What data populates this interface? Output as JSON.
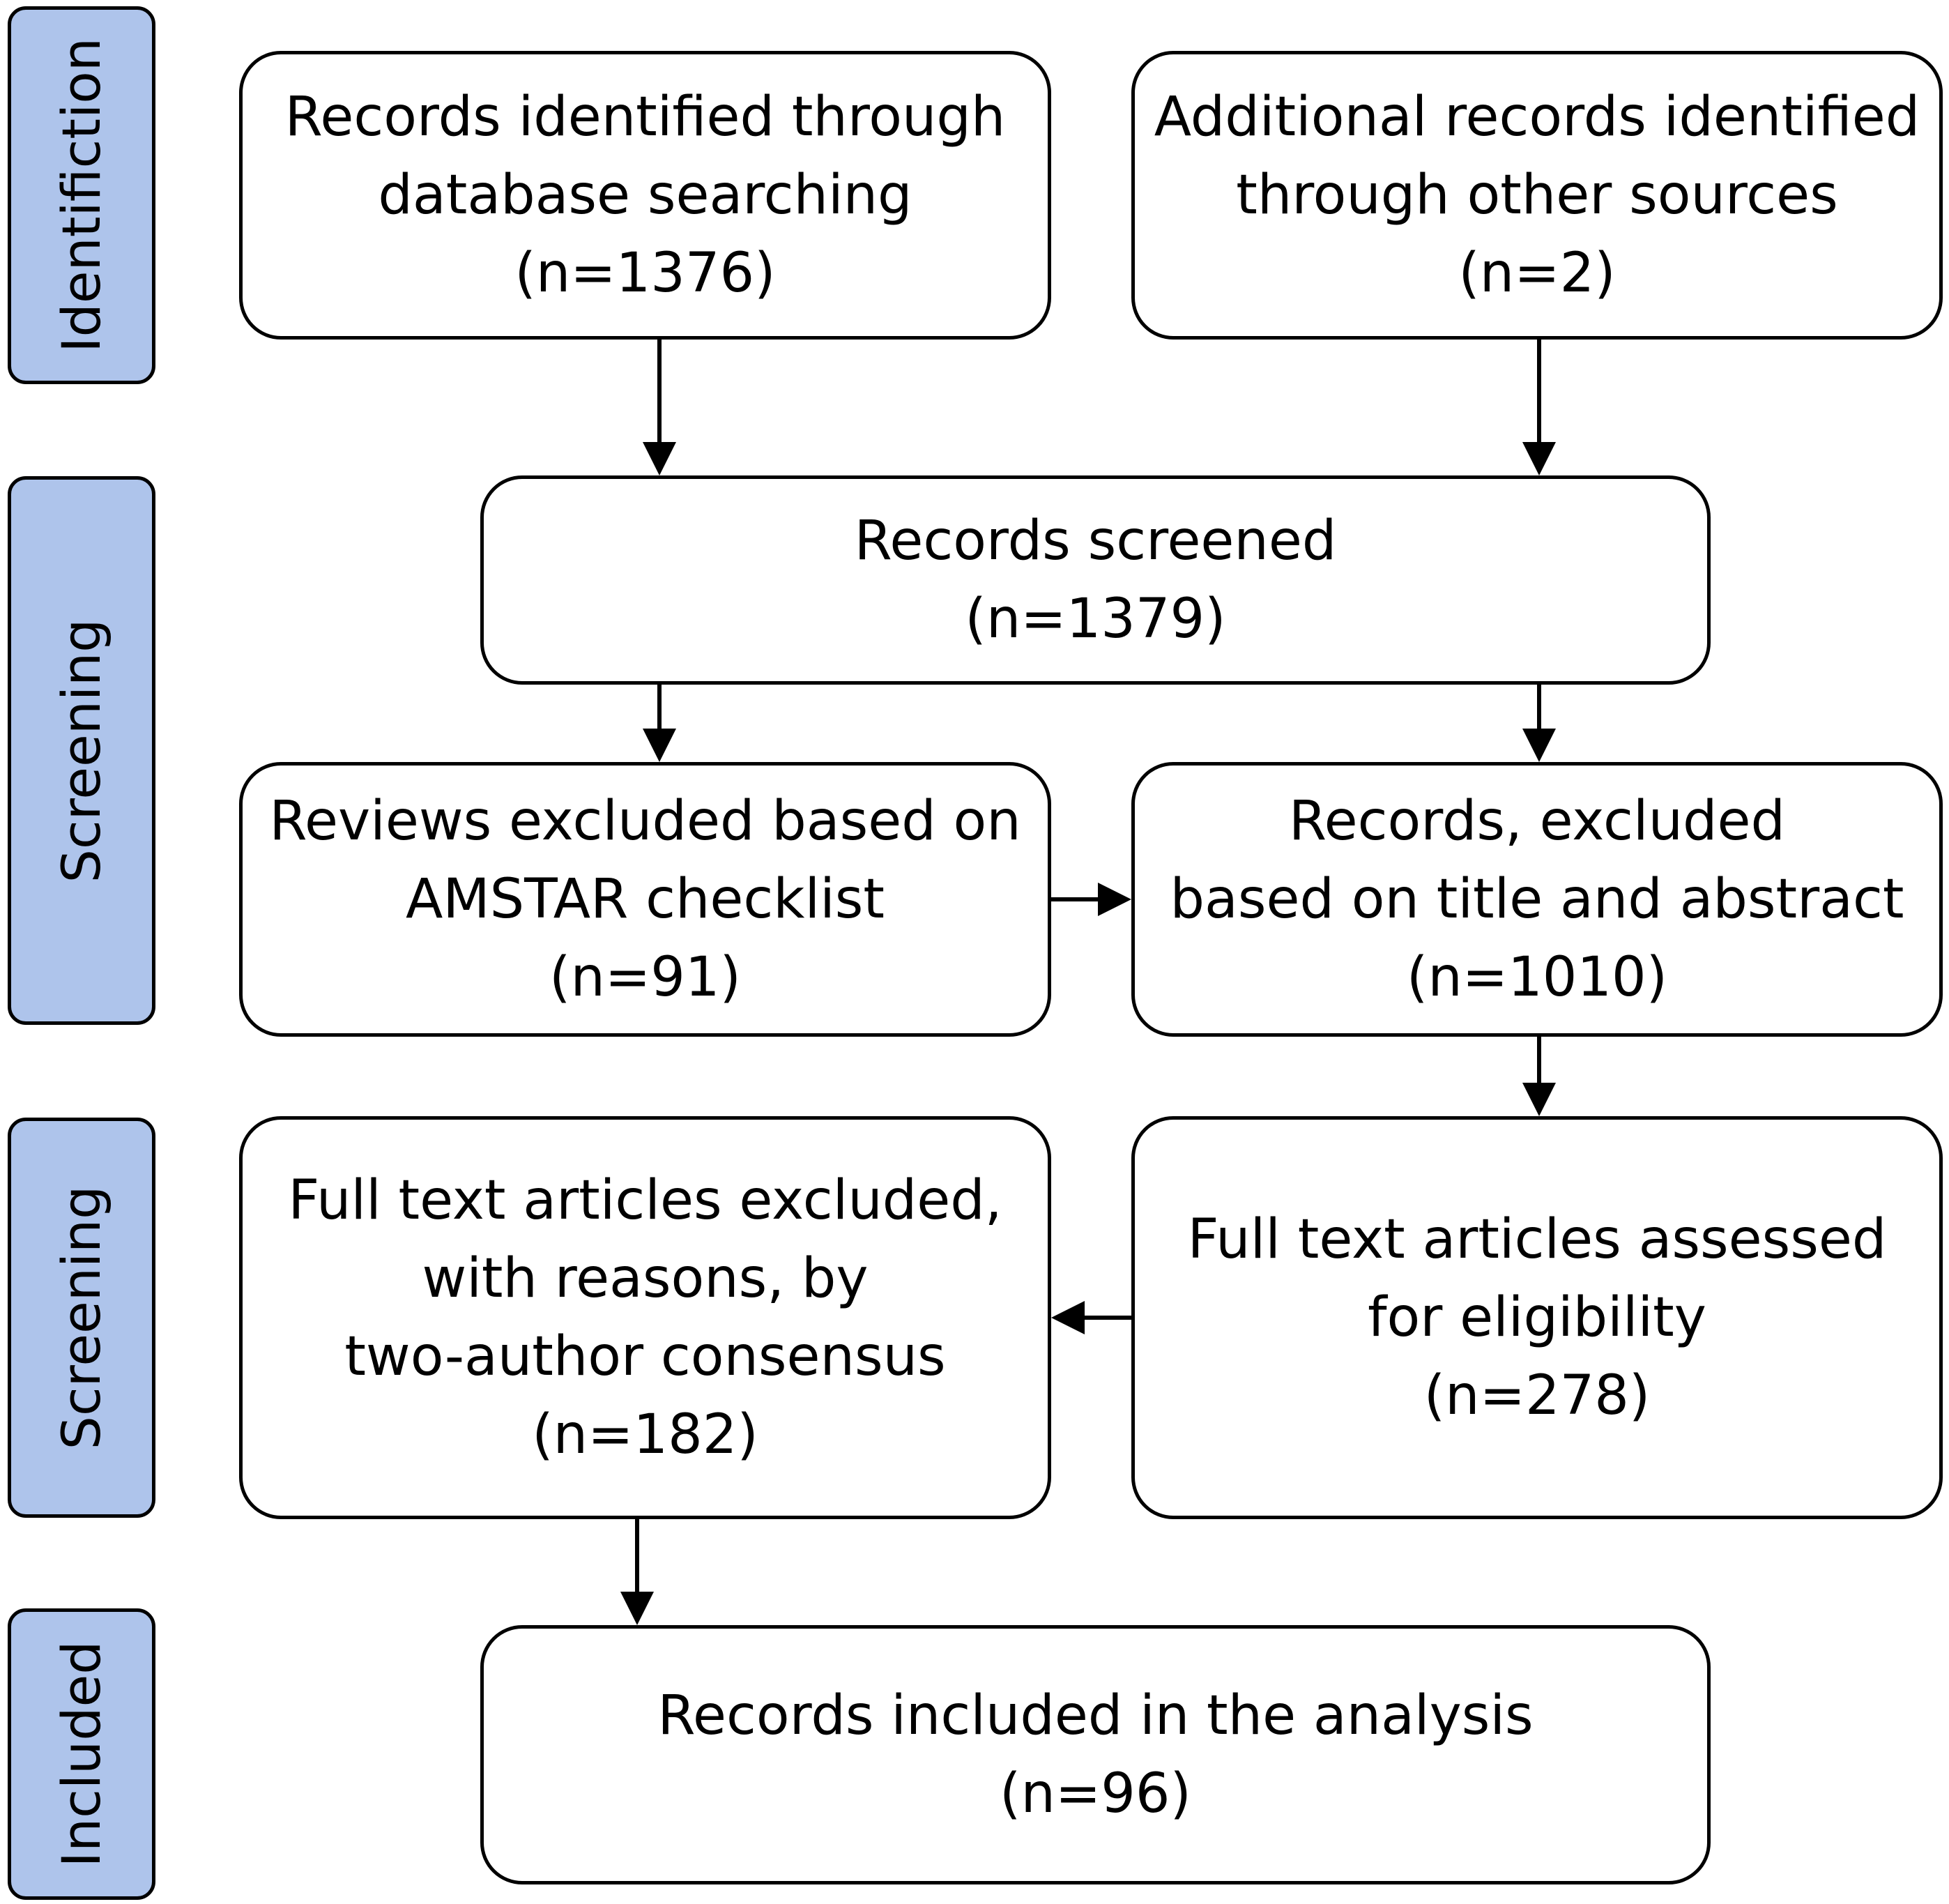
{
  "stages": {
    "identification": "Identifiction",
    "screening_1": "Screening",
    "screening_2": "Screening",
    "included": "Included"
  },
  "boxes": {
    "database": {
      "lines": [
        "Records identified through",
        "database searching"
      ],
      "count": "(n=1376)"
    },
    "other_sources": {
      "lines": [
        "Additional records identified",
        "through other sources"
      ],
      "count": "(n=2)"
    },
    "screened": {
      "lines": [
        "Records screened"
      ],
      "count": "(n=1379)"
    },
    "amstar_excluded": {
      "lines": [
        "Reviews excluded based on",
        "AMSTAR checklist"
      ],
      "count": "(n=91)"
    },
    "title_abstract_excluded": {
      "lines": [
        "Records, excluded",
        "based on title and abstract"
      ],
      "count": "(n=1010)"
    },
    "fulltext_excluded": {
      "lines": [
        "Full text articles excluded,",
        "with reasons, by",
        "two-author consensus"
      ],
      "count": "(n=182)"
    },
    "fulltext_assessed": {
      "lines": [
        "Full text articles assessed",
        "for eligibility"
      ],
      "count": "(n=278)"
    },
    "included": {
      "lines": [
        "Records included in the analysis"
      ],
      "count": "(n=96)"
    }
  },
  "colors": {
    "stage_fill": "#aec4eb",
    "stroke": "#000000",
    "box_fill": "#ffffff"
  }
}
